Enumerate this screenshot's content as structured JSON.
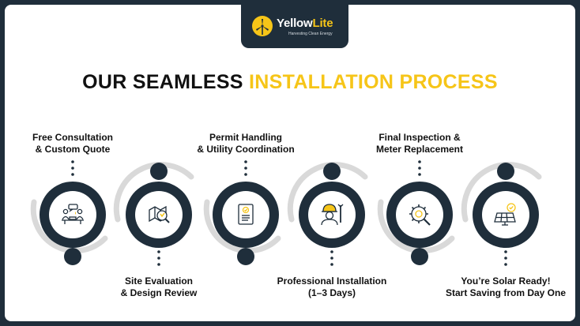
{
  "brand": {
    "name_part1": "Yellow",
    "name_part2": "Lite",
    "tagline": "Harvesting Clean Energy",
    "logo_icon": "wind-turbine-icon"
  },
  "heading": {
    "part1": "OUR SEAMLESS",
    "part2": "INSTALLATION PROCESS"
  },
  "colors": {
    "navy": "#1f2e3b",
    "yellow": "#f6c518",
    "arc_gray": "#d9d9d9"
  },
  "steps": [
    {
      "line1": "Free Consultation",
      "line2": "& Custom Quote",
      "icon": "consultation-meeting-icon"
    },
    {
      "line1": "Site Evaluation",
      "line2": "& Design Review",
      "icon": "map-magnifier-icon"
    },
    {
      "line1": "Permit Handling",
      "line2": "& Utility Coordination",
      "icon": "permit-document-icon"
    },
    {
      "line1": "Professional Installation",
      "line2": "(1–3 Days)",
      "icon": "installer-worker-icon"
    },
    {
      "line1": "Final Inspection &",
      "line2": "Meter Replacement",
      "icon": "inspection-gear-icon"
    },
    {
      "line1": "You’re Solar Ready!",
      "line2": "Start Saving from Day One",
      "icon": "solar-panel-check-icon"
    }
  ]
}
